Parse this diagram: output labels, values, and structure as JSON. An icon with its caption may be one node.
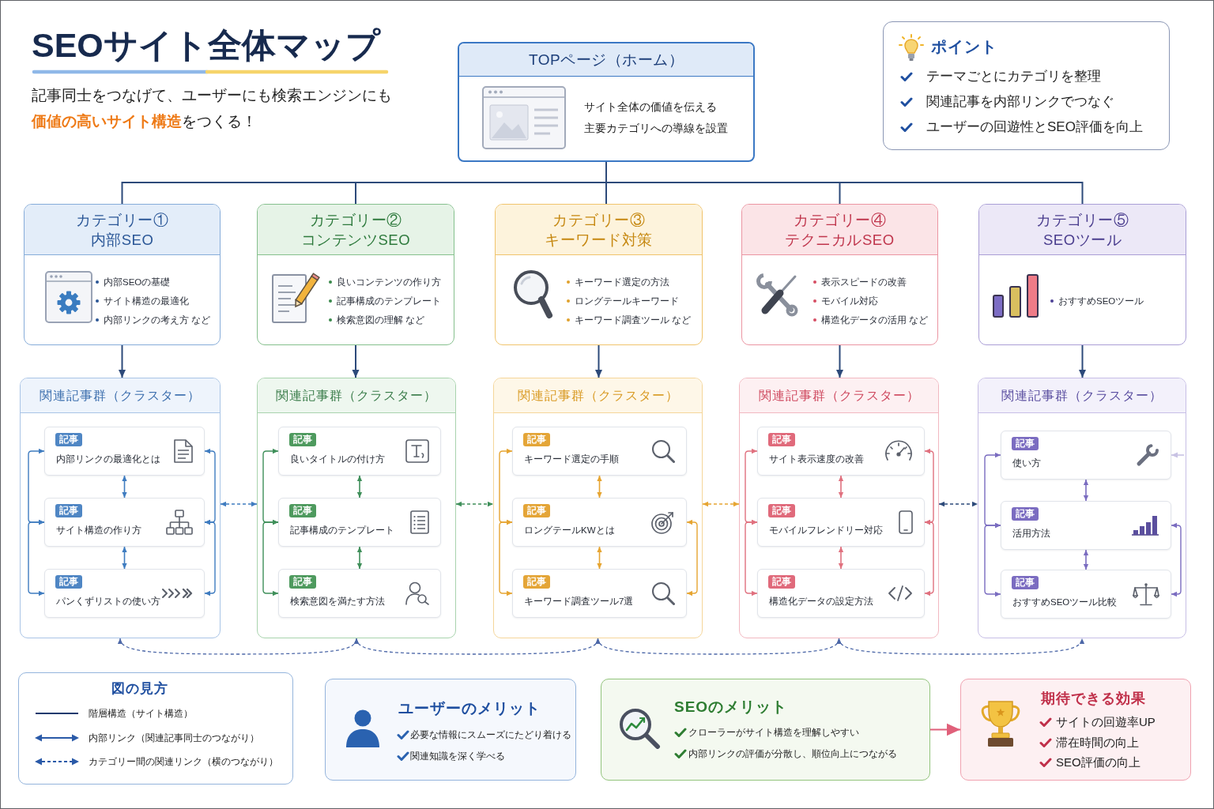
{
  "diagram": {
    "title": "SEOサイト全体マップ",
    "nodes": [
      {
        "text": [
          "TOPページ（ホーム）",
          "サイト全体の価値を伝える",
          "主要カテゴリへの導線を設置"
        ]
      },
      {
        "text": [
          "ポイント",
          "テーマごとにカテゴリを整理",
          "関連記事を内部リンクでつなぐ",
          "ユーザーの回遊性とSEO評価を向上"
        ]
      },
      {
        "text": [
          "カテゴリー① 内部SEO",
          "内部SEOの基礎",
          "サイト構造の最適化",
          "内部リンクの考え方 など"
        ]
      },
      {
        "text": [
          "カテゴリー② コンテンツSEO",
          "良いコンテンツの作り方",
          "記事構成のテンプレート",
          "検索意図の理解 など"
        ]
      },
      {
        "text": [
          "カテゴリー③ キーワード対策",
          "キーワード選定の方法",
          "ロングテールキーワード",
          "キーワード調査ツール など"
        ]
      },
      {
        "text": [
          "カテゴリー④ テクニカルSEO",
          "表示スピードの改善",
          "モバイル対応",
          "構造化データの活用 など"
        ]
      },
      {
        "text": [
          "カテゴリー⑤ SEOツール",
          "おすすめSEOツール"
        ]
      },
      {
        "text": [
          "関連記事群（クラスター）"
        ]
      },
      {
        "text": [
          "記事",
          "内部リンクの最適化とは"
        ],
        "in": 7
      },
      {
        "text": [
          "記事",
          "サイト構造の作り方"
        ],
        "in": 7
      },
      {
        "text": [
          "記事",
          "パンくずリストの使い方"
        ],
        "in": 7
      },
      {
        "text": [
          "関連記事群（クラスター）"
        ]
      },
      {
        "text": [
          "記事",
          "良いタイトルの付け方"
        ],
        "in": 11
      },
      {
        "text": [
          "記事",
          "記事構成のテンプレート"
        ],
        "in": 11
      },
      {
        "text": [
          "記事",
          "検索意図を満たす方法"
        ],
        "in": 11
      },
      {
        "text": [
          "関連記事群（クラスター）"
        ]
      },
      {
        "text": [
          "記事",
          "キーワード選定の手順"
        ],
        "in": 15
      },
      {
        "text": [
          "記事",
          "ロングテールKWとは"
        ],
        "in": 15
      },
      {
        "text": [
          "記事",
          "キーワード調査ツール7選"
        ],
        "in": 15
      },
      {
        "text": [
          "関連記事群（クラスター）"
        ]
      },
      {
        "text": [
          "記事",
          "サイト表示速度の改善"
        ],
        "in": 19
      },
      {
        "text": [
          "記事",
          "モバイルフレンドリー対応"
        ],
        "in": 19
      },
      {
        "text": [
          "記事",
          "構造化データの設定方法"
        ],
        "in": 19
      },
      {
        "text": [
          "関連記事群（クラスター）"
        ]
      },
      {
        "text": [
          "記事",
          "使い方"
        ],
        "in": 23
      },
      {
        "text": [
          "記事",
          "活用方法"
        ],
        "in": 23
      },
      {
        "text": [
          "記事",
          "おすすめSEOツール比較"
        ],
        "in": 23
      },
      {
        "text": [
          "ユーザーのメリット",
          "必要な情報にスムーズにたどり着ける",
          "関連知識を深く学べる"
        ]
      },
      {
        "text": [
          "SEOのメリット",
          "クローラーがサイト構造を理解しやすい",
          "内部リンクの評価が分散し、順位向上につながる"
        ]
      },
      {
        "text": [
          "期待できる効果",
          "サイトの回遊率UP",
          "滞在時間の向上",
          "SEO評価の向上"
        ]
      }
    ],
    "edges": [
      {
        "from": 0,
        "to": 2,
        "arrow": "none"
      },
      {
        "from": 0,
        "to": 3,
        "arrow": "none"
      },
      {
        "from": 0,
        "to": 4,
        "arrow": "none"
      },
      {
        "from": 0,
        "to": 5,
        "arrow": "none"
      },
      {
        "from": 0,
        "to": 6,
        "arrow": "none"
      },
      {
        "from": 2,
        "to": 7,
        "arrow": "to"
      },
      {
        "from": 3,
        "to": 11,
        "arrow": "to"
      },
      {
        "from": 4,
        "to": 15,
        "arrow": "to"
      },
      {
        "from": 5,
        "to": 19,
        "arrow": "to"
      },
      {
        "from": 6,
        "to": 23,
        "arrow": "to"
      },
      {
        "from": 8,
        "to": 9,
        "arrow": "both",
        "color": "#3f7cc0"
      },
      {
        "from": 9,
        "to": 10,
        "arrow": "both",
        "color": "#3f7cc0"
      },
      {
        "from": 8,
        "to": 9,
        "arrow": "both",
        "color": "#3f7cc0"
      },
      {
        "from": 9,
        "to": 10,
        "arrow": "both",
        "color": "#3f7cc0"
      },
      {
        "from": 8,
        "to": 9,
        "arrow": "both",
        "color": "#3f7cc0"
      },
      {
        "from": 9,
        "to": 10,
        "arrow": "both",
        "color": "#3f7cc0"
      },
      {
        "from": 12,
        "to": 13,
        "arrow": "both",
        "color": "#3f8f5a"
      },
      {
        "from": 13,
        "to": 14,
        "arrow": "both",
        "color": "#3f8f5a"
      },
      {
        "from": 12,
        "to": 13,
        "arrow": "both",
        "color": "#3f8f5a"
      },
      {
        "from": 13,
        "to": 14,
        "arrow": "both",
        "color": "#3f8f5a"
      },
      {
        "from": 16,
        "to": 17,
        "arrow": "both",
        "color": "#e6a532"
      },
      {
        "from": 17,
        "to": 18,
        "arrow": "both",
        "color": "#e6a532"
      },
      {
        "from": 16,
        "to": 17,
        "arrow": "both",
        "color": "#e6a532"
      },
      {
        "from": 17,
        "to": 18,
        "arrow": "both",
        "color": "#e6a532"
      },
      {
        "from": 17,
        "to": 18,
        "arrow": "both",
        "color": "#e6a532"
      },
      {
        "from": 20,
        "to": 21,
        "arrow": "both",
        "color": "#e0717f"
      },
      {
        "from": 21,
        "to": 22,
        "arrow": "both",
        "color": "#e0717f"
      },
      {
        "from": 20,
        "to": 21,
        "arrow": "both",
        "color": "#e0717f"
      },
      {
        "from": 21,
        "to": 22,
        "arrow": "both",
        "color": "#e0717f"
      },
      {
        "from": 20,
        "to": 21,
        "arrow": "both",
        "color": "#e0717f"
      },
      {
        "from": 21,
        "to": 22,
        "arrow": "both",
        "color": "#e0717f"
      },
      {
        "from": 24,
        "to": 25,
        "arrow": "both",
        "color": "#7a6cc0"
      },
      {
        "from": 25,
        "to": 26,
        "arrow": "both",
        "color": "#7a6cc0"
      },
      {
        "from": 24,
        "to": 25,
        "arrow": "both",
        "color": "#7a6cc0"
      },
      {
        "from": 25,
        "to": 26,
        "arrow": "both",
        "color": "#7a6cc0"
      },
      {
        "from": null,
        "to": 24,
        "arrow": "to",
        "color": "#c8c2e4"
      },
      {
        "from": 25,
        "to": 26,
        "arrow": "both",
        "color": "#7a6cc0"
      },
      {
        "from": 7,
        "to": 11,
        "arrow": "both",
        "style": "dashed",
        "color": "#3f7cc0"
      },
      {
        "from": 11,
        "to": 15,
        "arrow": "both",
        "style": "dashed",
        "color": "#3f8f5a"
      },
      {
        "from": 15,
        "to": 19,
        "arrow": "both",
        "style": "dashed",
        "color": "#e6a532"
      },
      {
        "from": 19,
        "to": 23,
        "arrow": "both",
        "style": "dashed"
      },
      {
        "from": 7,
        "to": 11,
        "arrow": "both",
        "style": "dashed",
        "color": "#4d68a8"
      },
      {
        "from": 11,
        "to": 15,
        "arrow": "both",
        "style": "dashed",
        "color": "#4d68a8"
      },
      {
        "from": 15,
        "to": 19,
        "arrow": "both",
        "style": "dashed",
        "color": "#4d68a8"
      },
      {
        "from": 19,
        "to": 23,
        "arrow": "both",
        "style": "dashed",
        "color": "#4d68a8"
      },
      {
        "from": 28,
        "to": 29,
        "arrow": "to",
        "color": "#e0607a"
      }
    ],
    "labels": [
      "記事同士をつなげて、ユーザーにも検索エンジンにも**価値の高いサイト構造**をつくる！",
      "図の見方"
    ],
    "legend": [
      {
        "text": "階層構造（サイト構造）"
      },
      {
        "text": "内部リンク（関連記事同士のつながり）"
      },
      {
        "text": "カテゴリー間の関連リンク（横のつながり）"
      }
    ]
  }
}
